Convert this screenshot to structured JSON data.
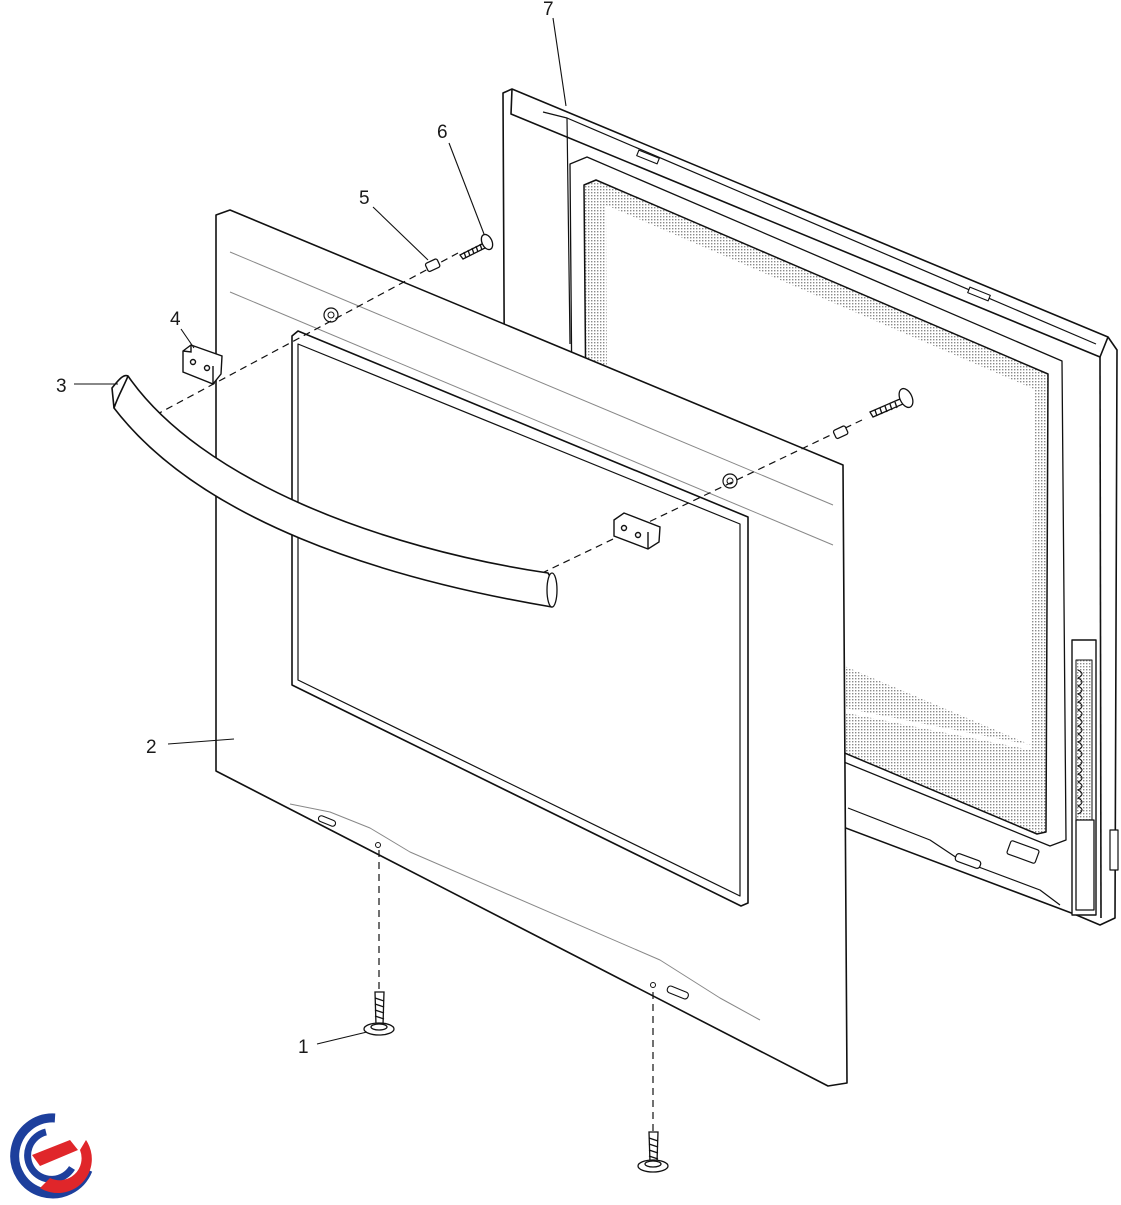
{
  "diagram": {
    "callouts": [
      {
        "id": "part-1",
        "label": "1"
      },
      {
        "id": "part-2",
        "label": "2"
      },
      {
        "id": "part-3",
        "label": "3"
      },
      {
        "id": "part-4",
        "label": "4"
      },
      {
        "id": "part-5",
        "label": "5"
      },
      {
        "id": "part-6",
        "label": "6"
      },
      {
        "id": "part-7",
        "label": "7"
      }
    ]
  },
  "logo": {
    "name": "brand-logo",
    "colors": [
      "#1d3f9c",
      "#e0262a"
    ]
  }
}
